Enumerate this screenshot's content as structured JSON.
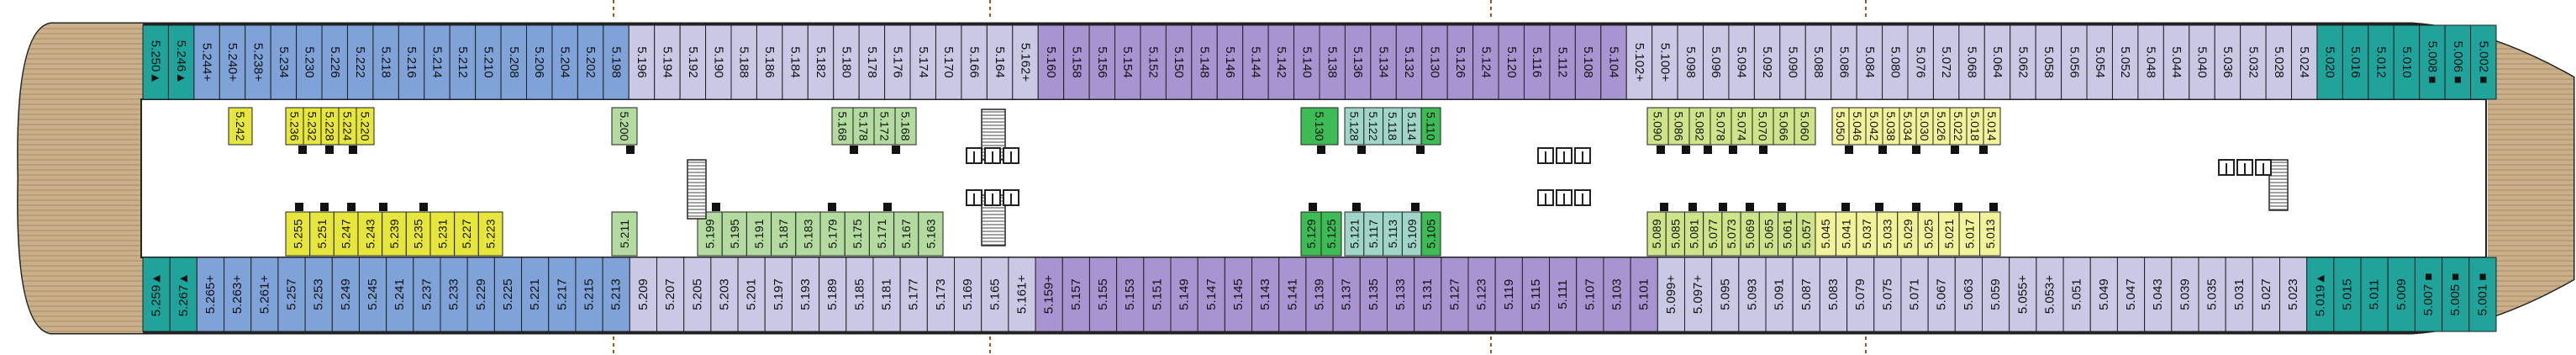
{
  "colors": {
    "outline": "#222222",
    "deck": "#f0ece0",
    "planks": "#c9b08a",
    "teal": "#1fa39a",
    "blue": "#7fa2d8",
    "purple": "#a994d2",
    "yellow": "#e6e63c",
    "olive": "#cfe389",
    "sage": "#b3dba0",
    "mint": "#9fd6c7",
    "green": "#3dbb55",
    "lavender": "#c9c9e6",
    "pale_yellow": "#f3f39a"
  },
  "cabins": {
    "top_outer": [
      {
        "label": "5.250▲",
        "color": "teal"
      },
      {
        "label": "5.246▲",
        "color": "teal"
      },
      {
        "label": "5.244+",
        "color": "blue"
      },
      {
        "label": "5.240+",
        "color": "blue"
      },
      {
        "label": "5.238+",
        "color": "blue"
      },
      {
        "label": "5.234",
        "color": "blue"
      },
      {
        "label": "5.230",
        "color": "blue"
      },
      {
        "label": "5.226",
        "color": "blue"
      },
      {
        "label": "5.222",
        "color": "blue"
      },
      {
        "label": "5.218",
        "color": "blue"
      },
      {
        "label": "5.216",
        "color": "blue"
      },
      {
        "label": "5.214",
        "color": "blue"
      },
      {
        "label": "5.212",
        "color": "blue"
      },
      {
        "label": "5.210",
        "color": "blue"
      },
      {
        "label": "5.208",
        "color": "blue"
      },
      {
        "label": "5.206",
        "color": "blue"
      },
      {
        "label": "5.204",
        "color": "blue"
      },
      {
        "label": "5.202",
        "color": "blue"
      },
      {
        "label": "5.198",
        "color": "blue"
      },
      {
        "label": "5.196",
        "color": "lavender"
      },
      {
        "label": "5.194",
        "color": "lavender"
      },
      {
        "label": "5.192",
        "color": "lavender"
      },
      {
        "label": "5.190",
        "color": "lavender"
      },
      {
        "label": "5.188",
        "color": "lavender"
      },
      {
        "label": "5.186",
        "color": "lavender"
      },
      {
        "label": "5.184",
        "color": "lavender"
      },
      {
        "label": "5.182",
        "color": "lavender"
      },
      {
        "label": "5.180",
        "color": "lavender"
      },
      {
        "label": "5.178",
        "color": "lavender"
      },
      {
        "label": "5.176",
        "color": "lavender"
      },
      {
        "label": "5.174",
        "color": "lavender"
      },
      {
        "label": "5.170",
        "color": "lavender"
      },
      {
        "label": "5.166",
        "color": "lavender"
      },
      {
        "label": "5.164",
        "color": "lavender"
      },
      {
        "label": "5.162+",
        "color": "lavender"
      },
      {
        "label": "5.160",
        "color": "purple"
      },
      {
        "label": "5.158",
        "color": "purple"
      },
      {
        "label": "5.156",
        "color": "purple"
      },
      {
        "label": "5.154",
        "color": "purple"
      },
      {
        "label": "5.152",
        "color": "purple"
      },
      {
        "label": "5.150",
        "color": "purple"
      },
      {
        "label": "5.148",
        "color": "purple"
      },
      {
        "label": "5.146",
        "color": "purple"
      },
      {
        "label": "5.144",
        "color": "purple"
      },
      {
        "label": "5.142",
        "color": "purple"
      },
      {
        "label": "5.140",
        "color": "purple"
      },
      {
        "label": "5.138",
        "color": "purple"
      },
      {
        "label": "5.136",
        "color": "purple"
      },
      {
        "label": "5.134",
        "color": "purple"
      },
      {
        "label": "5.132",
        "color": "purple"
      },
      {
        "label": "5.130",
        "color": "purple"
      },
      {
        "label": "5.126",
        "color": "purple"
      },
      {
        "label": "5.124",
        "color": "purple"
      },
      {
        "label": "5.120",
        "color": "purple"
      },
      {
        "label": "5.116",
        "color": "purple"
      },
      {
        "label": "5.112",
        "color": "purple"
      },
      {
        "label": "5.108",
        "color": "purple"
      },
      {
        "label": "5.104",
        "color": "purple"
      },
      {
        "label": "5.102+",
        "color": "lavender"
      },
      {
        "label": "5.100+",
        "color": "lavender"
      },
      {
        "label": "5.098",
        "color": "lavender"
      },
      {
        "label": "5.096",
        "color": "lavender"
      },
      {
        "label": "5.094",
        "color": "lavender"
      },
      {
        "label": "5.092",
        "color": "lavender"
      },
      {
        "label": "5.090",
        "color": "lavender"
      },
      {
        "label": "5.088",
        "color": "lavender"
      },
      {
        "label": "5.086",
        "color": "lavender"
      },
      {
        "label": "5.084",
        "color": "lavender"
      },
      {
        "label": "5.080",
        "color": "lavender"
      },
      {
        "label": "5.076",
        "color": "lavender"
      },
      {
        "label": "5.072",
        "color": "lavender"
      },
      {
        "label": "5.068",
        "color": "lavender"
      },
      {
        "label": "5.064",
        "color": "lavender"
      },
      {
        "label": "5.062",
        "color": "lavender"
      },
      {
        "label": "5.058",
        "color": "lavender"
      },
      {
        "label": "5.056",
        "color": "lavender"
      },
      {
        "label": "5.054",
        "color": "lavender"
      },
      {
        "label": "5.052",
        "color": "lavender"
      },
      {
        "label": "5.048",
        "color": "lavender"
      },
      {
        "label": "5.044",
        "color": "lavender"
      },
      {
        "label": "5.040",
        "color": "lavender"
      },
      {
        "label": "5.036",
        "color": "lavender"
      },
      {
        "label": "5.032",
        "color": "lavender"
      },
      {
        "label": "5.028",
        "color": "lavender"
      },
      {
        "label": "5.024",
        "color": "lavender"
      },
      {
        "label": "5.020",
        "color": "teal"
      },
      {
        "label": "5.016",
        "color": "teal"
      },
      {
        "label": "5.012",
        "color": "teal"
      },
      {
        "label": "5.010",
        "color": "teal"
      },
      {
        "label": "5.008 ■",
        "color": "teal"
      },
      {
        "label": "5.006 ■",
        "color": "teal"
      },
      {
        "label": "5.002 ■",
        "color": "teal"
      }
    ],
    "top_inner": [
      {
        "label": "5.242",
        "color": "yellow"
      },
      {
        "label": "5.236",
        "color": "yellow"
      },
      {
        "label": "5.232",
        "color": "yellow"
      },
      {
        "label": "5.228",
        "color": "yellow"
      },
      {
        "label": "5.224",
        "color": "yellow"
      },
      {
        "label": "5.220",
        "color": "yellow"
      },
      {
        "label": "5.200",
        "color": "sage"
      },
      {
        "label": "5.168",
        "color": "sage"
      },
      {
        "label": "5.178",
        "color": "sage"
      },
      {
        "label": "5.172",
        "color": "sage"
      },
      {
        "label": "5.168",
        "color": "sage"
      },
      {
        "label": "5.130",
        "color": "green"
      },
      {
        "label": "5.128",
        "color": "mint"
      },
      {
        "label": "5.122",
        "color": "mint"
      },
      {
        "label": "5.118",
        "color": "mint"
      },
      {
        "label": "5.114",
        "color": "mint"
      },
      {
        "label": "5.110",
        "color": "green"
      },
      {
        "label": "5.090",
        "color": "olive"
      },
      {
        "label": "5.086",
        "color": "olive"
      },
      {
        "label": "5.082",
        "color": "olive"
      },
      {
        "label": "5.078",
        "color": "olive"
      },
      {
        "label": "5.074",
        "color": "olive"
      },
      {
        "label": "5.070",
        "color": "olive"
      },
      {
        "label": "5.066",
        "color": "olive"
      },
      {
        "label": "5.060",
        "color": "olive"
      },
      {
        "label": "5.050",
        "color": "pale_yellow"
      },
      {
        "label": "5.046",
        "color": "pale_yellow"
      },
      {
        "label": "5.042",
        "color": "pale_yellow"
      },
      {
        "label": "5.038",
        "color": "pale_yellow"
      },
      {
        "label": "5.034",
        "color": "pale_yellow"
      },
      {
        "label": "5.030",
        "color": "pale_yellow"
      },
      {
        "label": "5.026",
        "color": "pale_yellow"
      },
      {
        "label": "5.022",
        "color": "pale_yellow"
      },
      {
        "label": "5.018",
        "color": "pale_yellow"
      },
      {
        "label": "5.014",
        "color": "pale_yellow"
      }
    ],
    "bottom_inner": [
      {
        "label": "5.255",
        "color": "yellow"
      },
      {
        "label": "5.251",
        "color": "yellow"
      },
      {
        "label": "5.247",
        "color": "yellow"
      },
      {
        "label": "5.243",
        "color": "yellow"
      },
      {
        "label": "5.239",
        "color": "yellow"
      },
      {
        "label": "5.235",
        "color": "yellow"
      },
      {
        "label": "5.231",
        "color": "yellow"
      },
      {
        "label": "5.227",
        "color": "yellow"
      },
      {
        "label": "5.223",
        "color": "yellow"
      },
      {
        "label": "5.211",
        "color": "sage"
      },
      {
        "label": "5.199",
        "color": "sage"
      },
      {
        "label": "5.195",
        "color": "sage"
      },
      {
        "label": "5.191",
        "color": "sage"
      },
      {
        "label": "5.187",
        "color": "sage"
      },
      {
        "label": "5.183",
        "color": "sage"
      },
      {
        "label": "5.179",
        "color": "sage"
      },
      {
        "label": "5.175",
        "color": "sage"
      },
      {
        "label": "5.171",
        "color": "sage"
      },
      {
        "label": "5.167",
        "color": "sage"
      },
      {
        "label": "5.163",
        "color": "sage"
      },
      {
        "label": "5.129",
        "color": "green"
      },
      {
        "label": "5.125",
        "color": "green"
      },
      {
        "label": "5.121",
        "color": "mint"
      },
      {
        "label": "5.117",
        "color": "mint"
      },
      {
        "label": "5.113",
        "color": "mint"
      },
      {
        "label": "5.109",
        "color": "mint"
      },
      {
        "label": "5.105",
        "color": "green"
      },
      {
        "label": "5.089",
        "color": "olive"
      },
      {
        "label": "5.085",
        "color": "olive"
      },
      {
        "label": "5.081",
        "color": "olive"
      },
      {
        "label": "5.077",
        "color": "olive"
      },
      {
        "label": "5.073",
        "color": "olive"
      },
      {
        "label": "5.069",
        "color": "olive"
      },
      {
        "label": "5.065",
        "color": "olive"
      },
      {
        "label": "5.061",
        "color": "olive"
      },
      {
        "label": "5.057",
        "color": "olive"
      },
      {
        "label": "5.045",
        "color": "pale_yellow"
      },
      {
        "label": "5.041",
        "color": "pale_yellow"
      },
      {
        "label": "5.037",
        "color": "pale_yellow"
      },
      {
        "label": "5.033",
        "color": "pale_yellow"
      },
      {
        "label": "5.029",
        "color": "pale_yellow"
      },
      {
        "label": "5.025",
        "color": "pale_yellow"
      },
      {
        "label": "5.021",
        "color": "pale_yellow"
      },
      {
        "label": "5.017",
        "color": "pale_yellow"
      },
      {
        "label": "5.013",
        "color": "pale_yellow"
      }
    ],
    "bottom_outer": [
      {
        "label": "5.259▲",
        "color": "teal"
      },
      {
        "label": "5.267▲",
        "color": "teal"
      },
      {
        "label": "5.265+",
        "color": "blue"
      },
      {
        "label": "5.263+",
        "color": "blue"
      },
      {
        "label": "5.261+",
        "color": "blue"
      },
      {
        "label": "5.257",
        "color": "blue"
      },
      {
        "label": "5.253",
        "color": "blue"
      },
      {
        "label": "5.249",
        "color": "blue"
      },
      {
        "label": "5.245",
        "color": "blue"
      },
      {
        "label": "5.241",
        "color": "blue"
      },
      {
        "label": "5.237",
        "color": "blue"
      },
      {
        "label": "5.233",
        "color": "blue"
      },
      {
        "label": "5.229",
        "color": "blue"
      },
      {
        "label": "5.225",
        "color": "blue"
      },
      {
        "label": "5.221",
        "color": "blue"
      },
      {
        "label": "5.217",
        "color": "blue"
      },
      {
        "label": "5.215",
        "color": "blue"
      },
      {
        "label": "5.213",
        "color": "blue"
      },
      {
        "label": "5.209",
        "color": "lavender"
      },
      {
        "label": "5.207",
        "color": "lavender"
      },
      {
        "label": "5.205",
        "color": "lavender"
      },
      {
        "label": "5.203",
        "color": "lavender"
      },
      {
        "label": "5.201",
        "color": "lavender"
      },
      {
        "label": "5.197",
        "color": "lavender"
      },
      {
        "label": "5.193",
        "color": "lavender"
      },
      {
        "label": "5.189",
        "color": "lavender"
      },
      {
        "label": "5.185",
        "color": "lavender"
      },
      {
        "label": "5.181",
        "color": "lavender"
      },
      {
        "label": "5.177",
        "color": "lavender"
      },
      {
        "label": "5.173",
        "color": "lavender"
      },
      {
        "label": "5.169",
        "color": "lavender"
      },
      {
        "label": "5.165",
        "color": "lavender"
      },
      {
        "label": "5.161+",
        "color": "lavender"
      },
      {
        "label": "5.159+",
        "color": "purple"
      },
      {
        "label": "5.157",
        "color": "purple"
      },
      {
        "label": "5.155",
        "color": "purple"
      },
      {
        "label": "5.153",
        "color": "purple"
      },
      {
        "label": "5.151",
        "color": "purple"
      },
      {
        "label": "5.149",
        "color": "purple"
      },
      {
        "label": "5.147",
        "color": "purple"
      },
      {
        "label": "5.145",
        "color": "purple"
      },
      {
        "label": "5.143",
        "color": "purple"
      },
      {
        "label": "5.141",
        "color": "purple"
      },
      {
        "label": "5.139",
        "color": "purple"
      },
      {
        "label": "5.137",
        "color": "purple"
      },
      {
        "label": "5.135",
        "color": "purple"
      },
      {
        "label": "5.133",
        "color": "purple"
      },
      {
        "label": "5.131",
        "color": "purple"
      },
      {
        "label": "5.127",
        "color": "purple"
      },
      {
        "label": "5.123",
        "color": "purple"
      },
      {
        "label": "5.119",
        "color": "purple"
      },
      {
        "label": "5.115",
        "color": "purple"
      },
      {
        "label": "5.111",
        "color": "purple"
      },
      {
        "label": "5.107",
        "color": "purple"
      },
      {
        "label": "5.103",
        "color": "purple"
      },
      {
        "label": "5.101",
        "color": "purple"
      },
      {
        "label": "5.099+",
        "color": "lavender"
      },
      {
        "label": "5.097+",
        "color": "lavender"
      },
      {
        "label": "5.095",
        "color": "lavender"
      },
      {
        "label": "5.093",
        "color": "lavender"
      },
      {
        "label": "5.091",
        "color": "lavender"
      },
      {
        "label": "5.087",
        "color": "lavender"
      },
      {
        "label": "5.083",
        "color": "lavender"
      },
      {
        "label": "5.079",
        "color": "lavender"
      },
      {
        "label": "5.075",
        "color": "lavender"
      },
      {
        "label": "5.071",
        "color": "lavender"
      },
      {
        "label": "5.067",
        "color": "lavender"
      },
      {
        "label": "5.063",
        "color": "lavender"
      },
      {
        "label": "5.059",
        "color": "lavender"
      },
      {
        "label": "5.055+",
        "color": "lavender"
      },
      {
        "label": "5.053+",
        "color": "lavender"
      },
      {
        "label": "5.051",
        "color": "lavender"
      },
      {
        "label": "5.049",
        "color": "lavender"
      },
      {
        "label": "5.047",
        "color": "lavender"
      },
      {
        "label": "5.043",
        "color": "lavender"
      },
      {
        "label": "5.039",
        "color": "lavender"
      },
      {
        "label": "5.035",
        "color": "lavender"
      },
      {
        "label": "5.031",
        "color": "lavender"
      },
      {
        "label": "5.027",
        "color": "lavender"
      },
      {
        "label": "5.023",
        "color": "lavender"
      },
      {
        "label": "5.019▲",
        "color": "teal"
      },
      {
        "label": "5.015",
        "color": "teal"
      },
      {
        "label": "5.011",
        "color": "teal"
      },
      {
        "label": "5.009",
        "color": "teal"
      },
      {
        "label": "5.007 ■",
        "color": "teal"
      },
      {
        "label": "5.005 ■",
        "color": "teal"
      },
      {
        "label": "5.001 ■",
        "color": "teal"
      }
    ]
  }
}
